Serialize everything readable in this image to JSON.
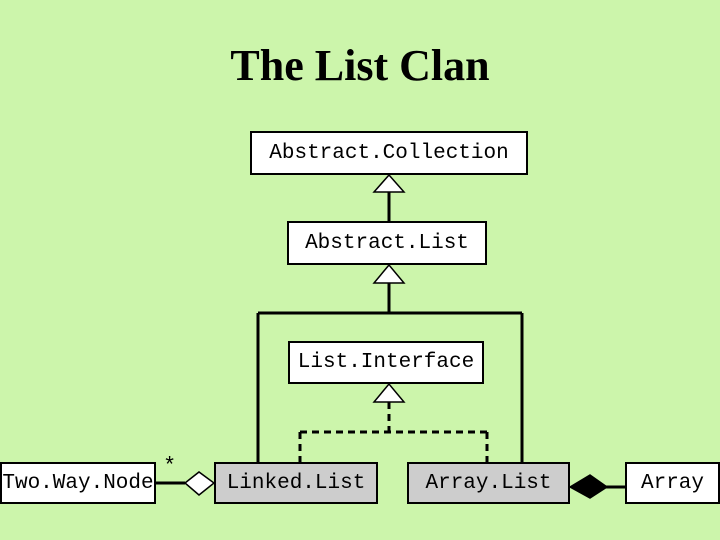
{
  "slide": {
    "title": "The List Clan"
  },
  "classes": {
    "abstract_collection": "Abstract.Collection",
    "abstract_list": "Abstract.List",
    "list_interface": "List.Interface",
    "two_way_node": "Two.Way.Node",
    "linked_list": "Linked.List",
    "array_list": "Array.List",
    "array": "Array"
  },
  "multiplicity": {
    "node_to_linked_list": "*"
  },
  "colors": {
    "background": "#ccf5ab",
    "abstract_fill": "#ffffff",
    "concrete_fill": "#cdcdcd",
    "stroke": "#000000"
  }
}
